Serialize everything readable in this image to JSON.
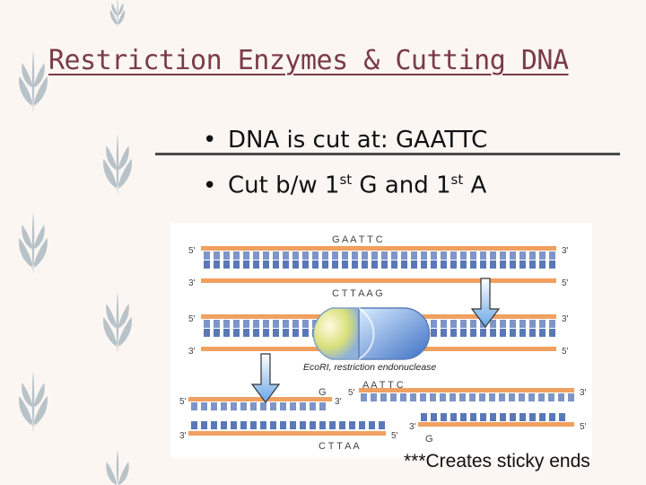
{
  "slide": {
    "title": "Restriction Enzymes & Cutting DNA",
    "bullets": [
      {
        "text": "DNA is cut at:  GAATTC"
      },
      {
        "pre": "Cut b/w 1",
        "sup1": "st",
        "mid": " G and 1",
        "sup2": "st",
        "post": " A"
      }
    ],
    "caption": "***Creates sticky ends",
    "colors": {
      "title": "#7a3b47",
      "leaf": "#b7c2c9",
      "background": "#fbf6f2"
    },
    "decor_icon": "wheat-leaf-icon"
  },
  "diagram": {
    "top_sequence": "G A A T T C",
    "bottom_sequence": "C T T A A G",
    "enzyme_label": "EcoRI, restriction endonuclease",
    "five_prime": "5'",
    "three_prime": "3'",
    "cut_left_upper": "G",
    "cut_left_lower": "C T T A A",
    "cut_right_upper": "A A T T C",
    "cut_right_lower": "G",
    "strand_colors": {
      "backbone": "#f0a060",
      "base_top": "#7d95c8",
      "base_bottom": "#5a78b8"
    }
  }
}
